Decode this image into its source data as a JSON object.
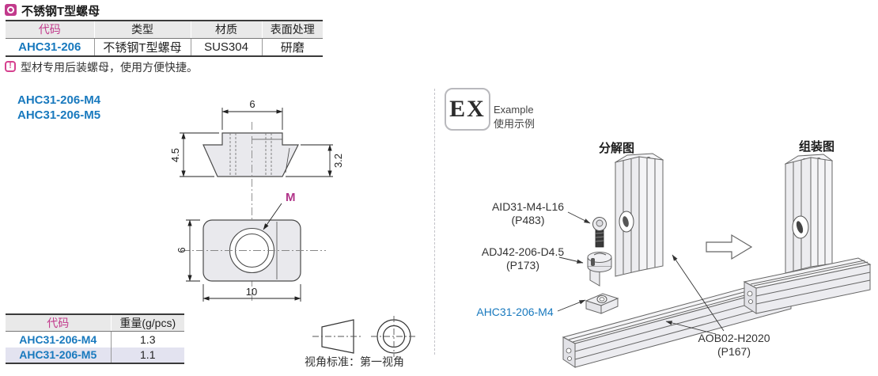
{
  "header": {
    "title": "不锈钢T型螺母",
    "note": "型材专用后装螺母，使用方便快捷。",
    "note_icon_glyph": "!"
  },
  "spec_table": {
    "headers": [
      "代码",
      "类型",
      "材质",
      "表面处理"
    ],
    "row": [
      "AHC31-206",
      "不锈钢T型螺母",
      "SUS304",
      "研磨"
    ]
  },
  "part_numbers": {
    "m4": "AHC31-206-M4",
    "m5": "AHC31-206-M5"
  },
  "drawing": {
    "dim_top_width": "6",
    "dim_total_height": "4.5",
    "dim_flange_height": "3.2",
    "thread_label": "M",
    "dim_body_height": "6",
    "dim_body_width": "10"
  },
  "weight_table": {
    "headers": [
      "代码",
      "重量(g/pcs)"
    ],
    "rows": [
      {
        "code": "AHC31-206-M4",
        "weight": "1.3"
      },
      {
        "code": "AHC31-206-M5",
        "weight": "1.1"
      }
    ]
  },
  "projection": {
    "label": "视角标准：第一视角"
  },
  "example": {
    "badge": "EX",
    "caption_en": "Example",
    "caption_zh": "使用示例",
    "exploded_view_label": "分解图",
    "assembled_view_label": "组装图",
    "callouts": {
      "screw": {
        "code": "AID31-M4-L16",
        "page": "(P483)"
      },
      "anchor": {
        "code": "ADJ42-206-D4.5",
        "page": "(P173)"
      },
      "tnut": {
        "code": "AHC31-206-M4"
      },
      "profile": {
        "code": "AOB02-H2020",
        "page": "(P167)"
      }
    }
  },
  "colors": {
    "accent_pink": "#C23A8C",
    "link_blue": "#1879BE",
    "row_lavender": "#E3E3F0"
  }
}
